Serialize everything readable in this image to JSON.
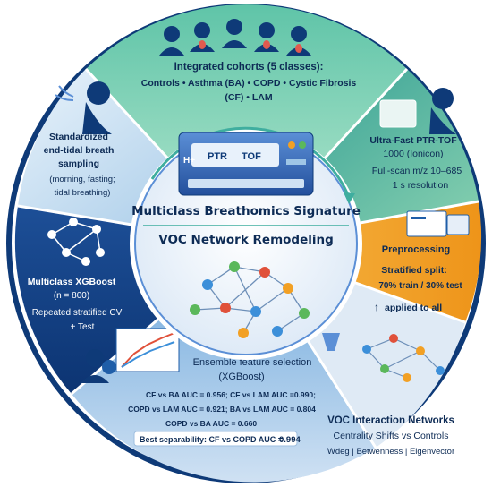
{
  "center": {
    "title": "Multiclass Breathomics Signature",
    "subtitle": "VOC Network Remodeling",
    "device_labels": [
      "H+",
      "PTR",
      "TOF"
    ]
  },
  "cohorts": {
    "title": "Integrated cohorts (5 classes):",
    "line1": "Controls • Asthma (BA) • COPD • Cystic Fibrosis",
    "line2": "(CF) • LAM"
  },
  "ptr": {
    "line1": "Ultra-Fast PTR-TOF",
    "line2": "1000 (Ionicon)",
    "line3": "Full-scan m/z 10–685",
    "line4": "1 s resolution"
  },
  "preprocessing": {
    "title": "Preprocessing",
    "line1": "Stratified split:",
    "line2": "70% train / 30% test",
    "note": "applied to all"
  },
  "networks": {
    "title": "VOC Interaction Networks",
    "line1": "Centrality Shifts vs Controls",
    "line2": "Wdeg | Betwenness | Eigenvector"
  },
  "ensemble": {
    "title": "Ensemble feature selection",
    "subtitle": "(XGBoost)",
    "auc1": "CF vs BA AUC = 0.956; CF vs LAM AUC =0.990;",
    "auc2": "COPD vs LAM AUC = 0.921; BA vs LAM AUC = 0.804",
    "auc3": "COPD vs BA AUC = 0.660",
    "best_label": "Best separability: CF vs COPD AUC =",
    "best_value": "0.994"
  },
  "xgboost": {
    "line1": "Multiclass XGBoost",
    "line2": "(n = 800)",
    "line3": "Repeated stratified CV",
    "line4": "+ Test"
  },
  "sampling": {
    "line1": "Standardized",
    "line2": "end-tidal breath",
    "line3": "sampling",
    "line4": "(morning, fasting;",
    "line5": "tidal breathing)"
  },
  "colors": {
    "teal": "#3fae9f",
    "light_green": "#8fd3a4",
    "orange": "#f2a024",
    "navy": "#0e3a78",
    "blue": "#1f5ea8",
    "light_blue": "#6aa6db"
  }
}
